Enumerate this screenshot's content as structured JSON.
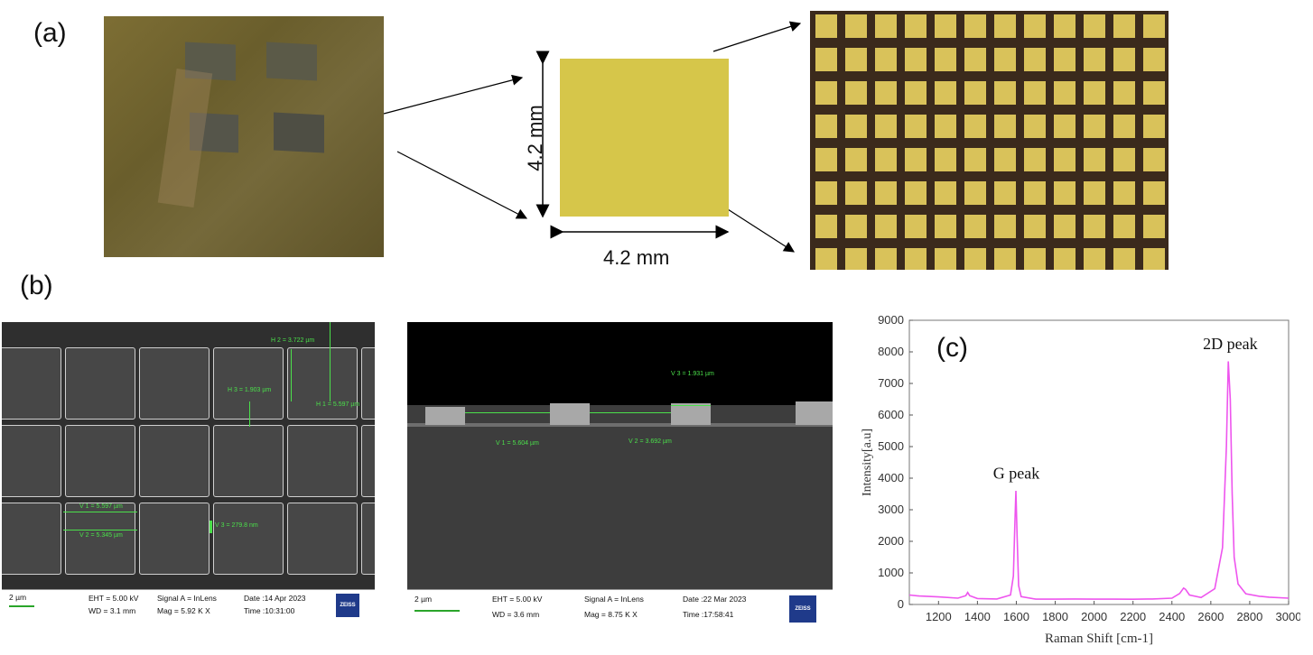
{
  "panels": {
    "a": "(a)",
    "b": "(b)",
    "c": "(c)"
  },
  "dimensions": {
    "vertical": "4.2 mm",
    "horizontal": "4.2 mm"
  },
  "sem_left": {
    "scale": "2 µm",
    "eht": "EHT = 5.00 kV",
    "wd": "WD = 3.1 mm",
    "signal": "Signal A = InLens",
    "mag": "Mag = 5.92 K X",
    "date": "Date :14 Apr 2023",
    "time": "Time :10:31:00",
    "logo": "ZEISS",
    "measurements": {
      "h2": "H 2 = 3.722 µm",
      "h3": "H 3 = 1.903 µm",
      "h1": "H 1 = 5.597 µm",
      "v1": "V 1 = 5.597 µm",
      "v2": "V 2 = 5.345 µm",
      "v3": "V 3 = 279.8 nm"
    }
  },
  "sem_right": {
    "scale": "2 µm",
    "eht": "EHT = 5.00 kV",
    "wd": "WD = 3.6 mm",
    "signal": "Signal A = InLens",
    "mag": "Mag = 8.75 K X",
    "date": "Date :22 Mar 2023",
    "time": "Time :17:58:41",
    "logo": "ZEISS",
    "measurements": {
      "v3": "V 3 = 1.931 µm",
      "v1": "V 1 = 5.604 µm",
      "v2": "V 2 = 3.692 µm"
    }
  },
  "colors": {
    "gold": "#d9c25a",
    "gold_film": "#d6c64a",
    "grid_bg": "#3b2a1c",
    "raman_line": "#ee55ee",
    "measure": "#4be04b"
  },
  "chart_data": {
    "type": "line",
    "xlabel": "Raman Shift [cm-1]",
    "ylabel": "Intensity[a.u]",
    "xlim": [
      1050,
      3000
    ],
    "ylim": [
      0,
      9000
    ],
    "xticks": [
      1200,
      1400,
      1600,
      1800,
      2000,
      2200,
      2400,
      2600,
      2800,
      3000
    ],
    "yticks": [
      0,
      1000,
      2000,
      3000,
      4000,
      5000,
      6000,
      7000,
      8000,
      9000
    ],
    "grid": false,
    "annotations": [
      {
        "text": "G peak",
        "x": 1600,
        "y": 3650
      },
      {
        "text": "2D peak",
        "x": 2700,
        "y": 7750
      }
    ],
    "series": [
      {
        "x": [
          1050,
          1100,
          1200,
          1300,
          1340,
          1350,
          1360,
          1400,
          1500,
          1570,
          1585,
          1592,
          1598,
          1604,
          1612,
          1625,
          1700,
          1800,
          1900,
          2000,
          2100,
          2200,
          2300,
          2400,
          2440,
          2460,
          2470,
          2490,
          2550,
          2620,
          2660,
          2680,
          2690,
          2700,
          2710,
          2720,
          2740,
          2780,
          2850,
          2900,
          3000
        ],
        "y": [
          300,
          270,
          240,
          200,
          280,
          380,
          280,
          190,
          175,
          300,
          900,
          2400,
          3600,
          2200,
          600,
          250,
          170,
          170,
          175,
          170,
          170,
          165,
          175,
          200,
          350,
          520,
          480,
          300,
          220,
          500,
          1800,
          5000,
          7700,
          6500,
          3500,
          1500,
          650,
          340,
          260,
          230,
          200
        ]
      }
    ]
  }
}
